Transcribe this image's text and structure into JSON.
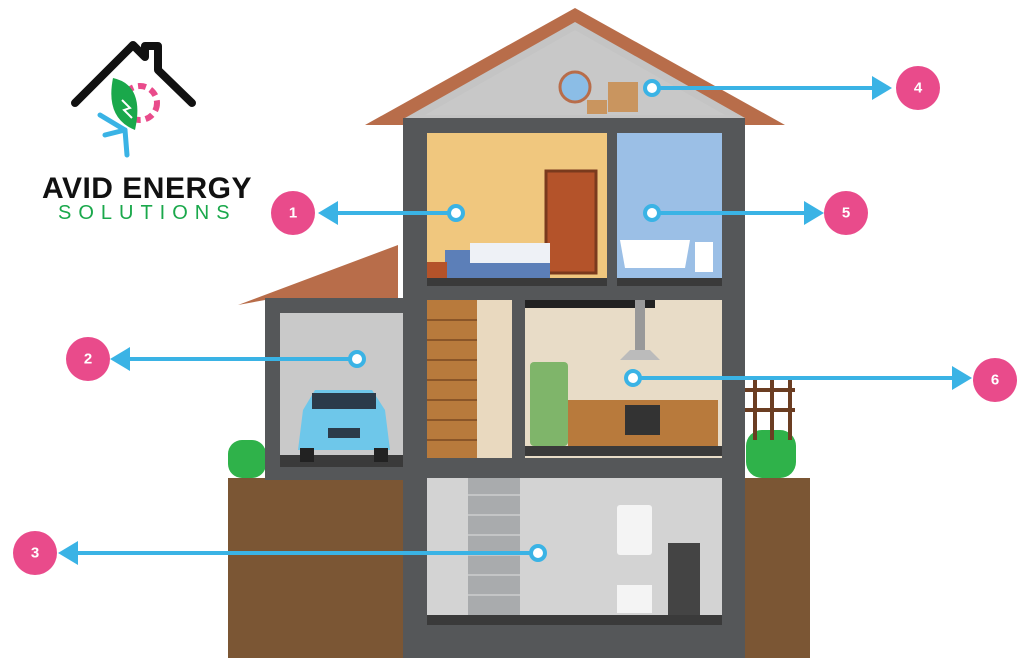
{
  "logo": {
    "line1": "AVID ENERGY",
    "line2": "SOLUTIONS"
  },
  "markers": [
    {
      "id": "1",
      "label": "1"
    },
    {
      "id": "2",
      "label": "2"
    },
    {
      "id": "3",
      "label": "3"
    },
    {
      "id": "4",
      "label": "4"
    },
    {
      "id": "5",
      "label": "5"
    },
    {
      "id": "6",
      "label": "6"
    }
  ],
  "colors": {
    "marker": "#e94b8b",
    "arrow": "#3ab3e5",
    "wall": "#555759",
    "ground": "#7b5634"
  }
}
